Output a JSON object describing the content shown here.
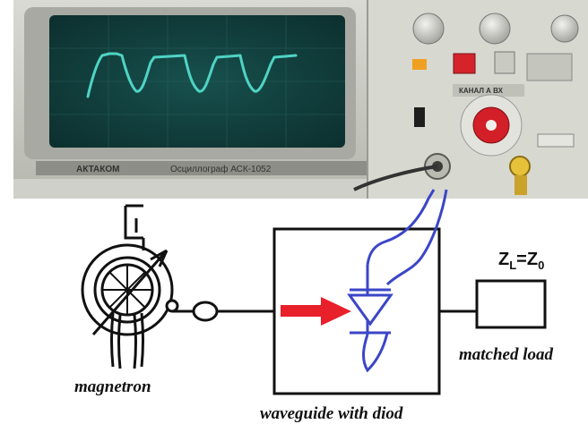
{
  "photo": {
    "panel_brand": "АКТАКОМ",
    "panel_model": "Осциллограф   АСК-1052",
    "channel_label": "КАНАЛ А ВХ",
    "trace_color": "#4fd3c4",
    "screen_color": "#0f3a39"
  },
  "diagram": {
    "magnetron_label": "magnetron",
    "waveguide_label": "waveguide with diod",
    "load_label": "matched load",
    "impedance_main": "Z",
    "impedance_sub_left": "L",
    "impedance_eq": "=Z",
    "impedance_sub_right": "0",
    "arrow_color": "#e8202a",
    "diode_color": "#3b46c8"
  }
}
